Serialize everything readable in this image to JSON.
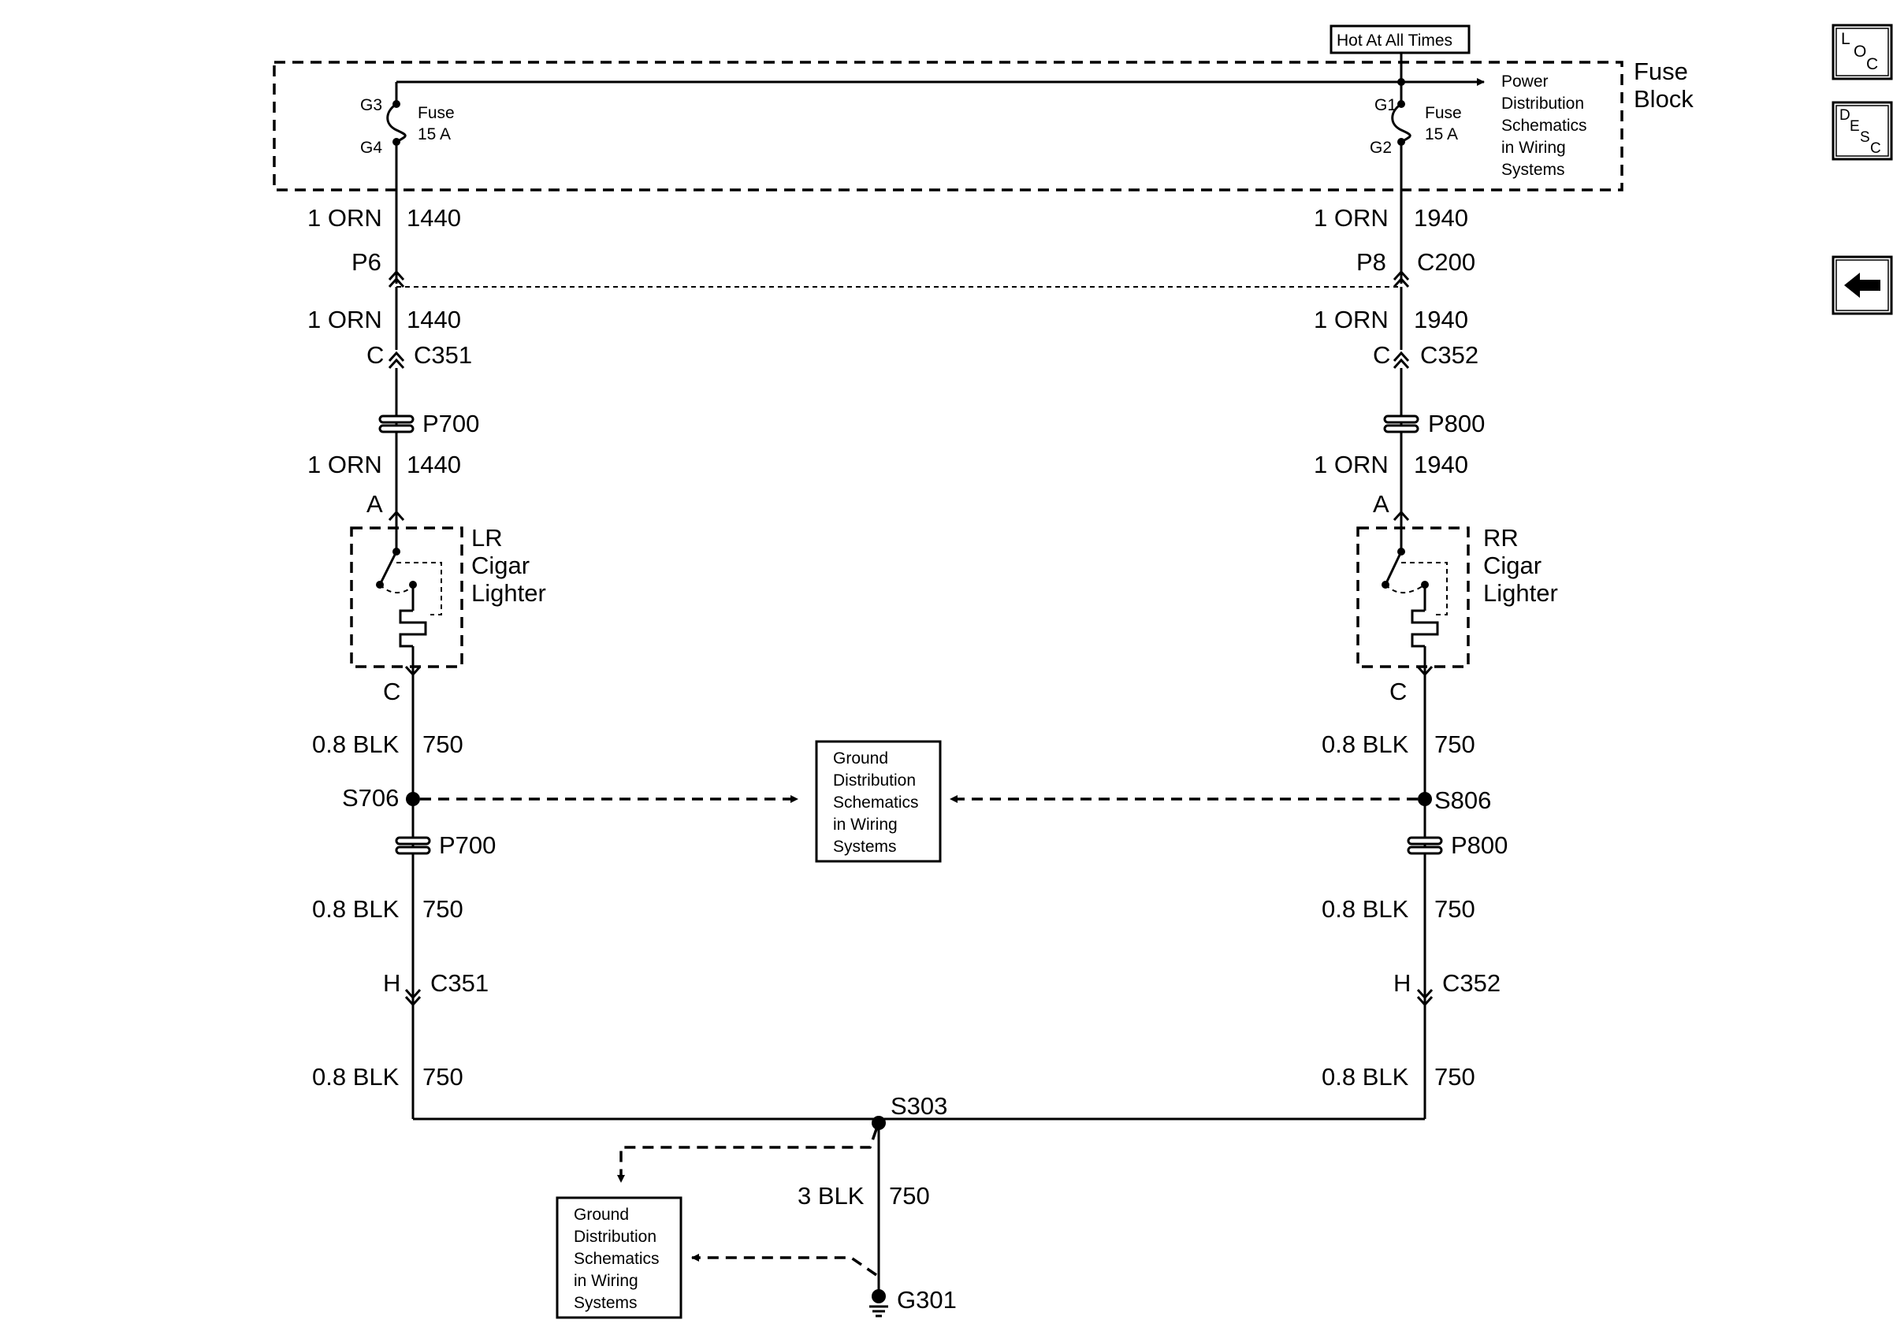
{
  "hot_label": "Hot At All Times",
  "fuse_block": {
    "line1": "Fuse",
    "line2": "Block"
  },
  "power_ref": [
    "Power",
    "Distribution",
    "Schematics",
    "in Wiring",
    "Systems"
  ],
  "ground_ref": [
    "Ground",
    "Distribution",
    "Schematics",
    "in Wiring",
    "Systems"
  ],
  "left": {
    "fuse_top_pin": "G3",
    "fuse_bot_pin": "G4",
    "fuse_name": "Fuse",
    "fuse_rating": "15 A",
    "wire1_gauge": "1 ORN",
    "wire1_circuit": "1440",
    "conn1_pin": "P6",
    "wire2_gauge": "1 ORN",
    "wire2_circuit": "1440",
    "conn2_pin": "C",
    "conn2_name": "C351",
    "pass1": "P700",
    "wire3_gauge": "1 ORN",
    "wire3_circuit": "1440",
    "dev_pin_top": "A",
    "device": [
      "LR",
      "Cigar",
      "Lighter"
    ],
    "dev_pin_bot": "C",
    "wire4_gauge": "0.8 BLK",
    "wire4_circuit": "750",
    "splice": "S706",
    "pass2": "P700",
    "wire5_gauge": "0.8 BLK",
    "wire5_circuit": "750",
    "conn3_pin": "H",
    "conn3_name": "C351",
    "wire6_gauge": "0.8 BLK",
    "wire6_circuit": "750"
  },
  "right": {
    "fuse_top_pin": "G1",
    "fuse_bot_pin": "G2",
    "fuse_name": "Fuse",
    "fuse_rating": "15 A",
    "wire1_gauge": "1 ORN",
    "wire1_circuit": "1940",
    "conn1_pin": "P8",
    "conn1_name": "C200",
    "wire2_gauge": "1 ORN",
    "wire2_circuit": "1940",
    "conn2_pin": "C",
    "conn2_name": "C352",
    "pass1": "P800",
    "wire3_gauge": "1 ORN",
    "wire3_circuit": "1940",
    "dev_pin_top": "A",
    "device": [
      "RR",
      "Cigar",
      "Lighter"
    ],
    "dev_pin_bot": "C",
    "wire4_gauge": "0.8 BLK",
    "wire4_circuit": "750",
    "splice": "S806",
    "pass2": "P800",
    "wire5_gauge": "0.8 BLK",
    "wire5_circuit": "750",
    "conn3_pin": "H",
    "conn3_name": "C352",
    "wire6_gauge": "0.8 BLK",
    "wire6_circuit": "750"
  },
  "bottom": {
    "splice": "S303",
    "wire_gauge": "3 BLK",
    "wire_circuit": "750",
    "ground": "G301"
  },
  "nav": {
    "loc": [
      "L",
      "O",
      "C"
    ],
    "desc": [
      "D",
      "E",
      "S",
      "C"
    ],
    "back_icon": "left-arrow-icon"
  }
}
